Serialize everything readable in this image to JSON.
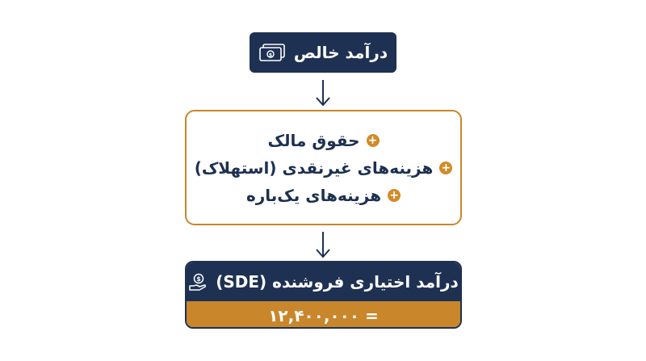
{
  "top": {
    "label": "درآمد خالص",
    "icon": "money-bills-icon"
  },
  "adjustments": {
    "items": [
      {
        "sign": "+",
        "label": "حقوق مالک"
      },
      {
        "sign": "+",
        "label": "هزینه‌های غیرنقدی (استهلاک)"
      },
      {
        "sign": "+",
        "label": "هزینه‌های یک‌باره"
      }
    ]
  },
  "result": {
    "label": "درآمد اختیاری فروشنده (SDE)",
    "icon": "hand-dollar-icon",
    "value": "= ۱۲,۴۰۰,۰۰۰"
  },
  "colors": {
    "navy": "#1e3152",
    "orange": "#c9862b",
    "background": "#ffffff"
  }
}
